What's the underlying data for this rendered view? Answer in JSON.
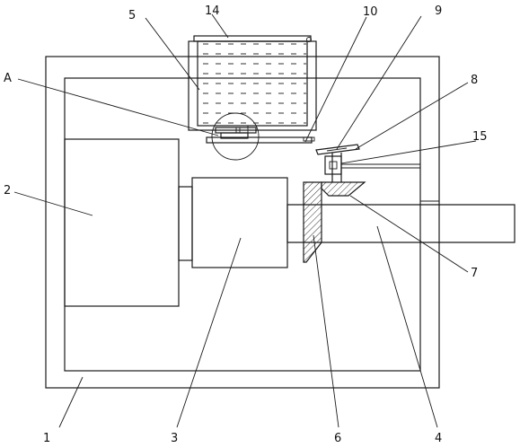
{
  "labels": {
    "l1": "1",
    "l2": "2",
    "l3": "3",
    "l4": "4",
    "l5": "5",
    "l6": "6",
    "l7": "7",
    "l8": "8",
    "l9": "9",
    "l10": "10",
    "l14": "14",
    "l15": "15",
    "lA": "A"
  },
  "colors": {
    "line": "#1a1a1a",
    "background": "#ffffff",
    "stipple": "#555555"
  }
}
